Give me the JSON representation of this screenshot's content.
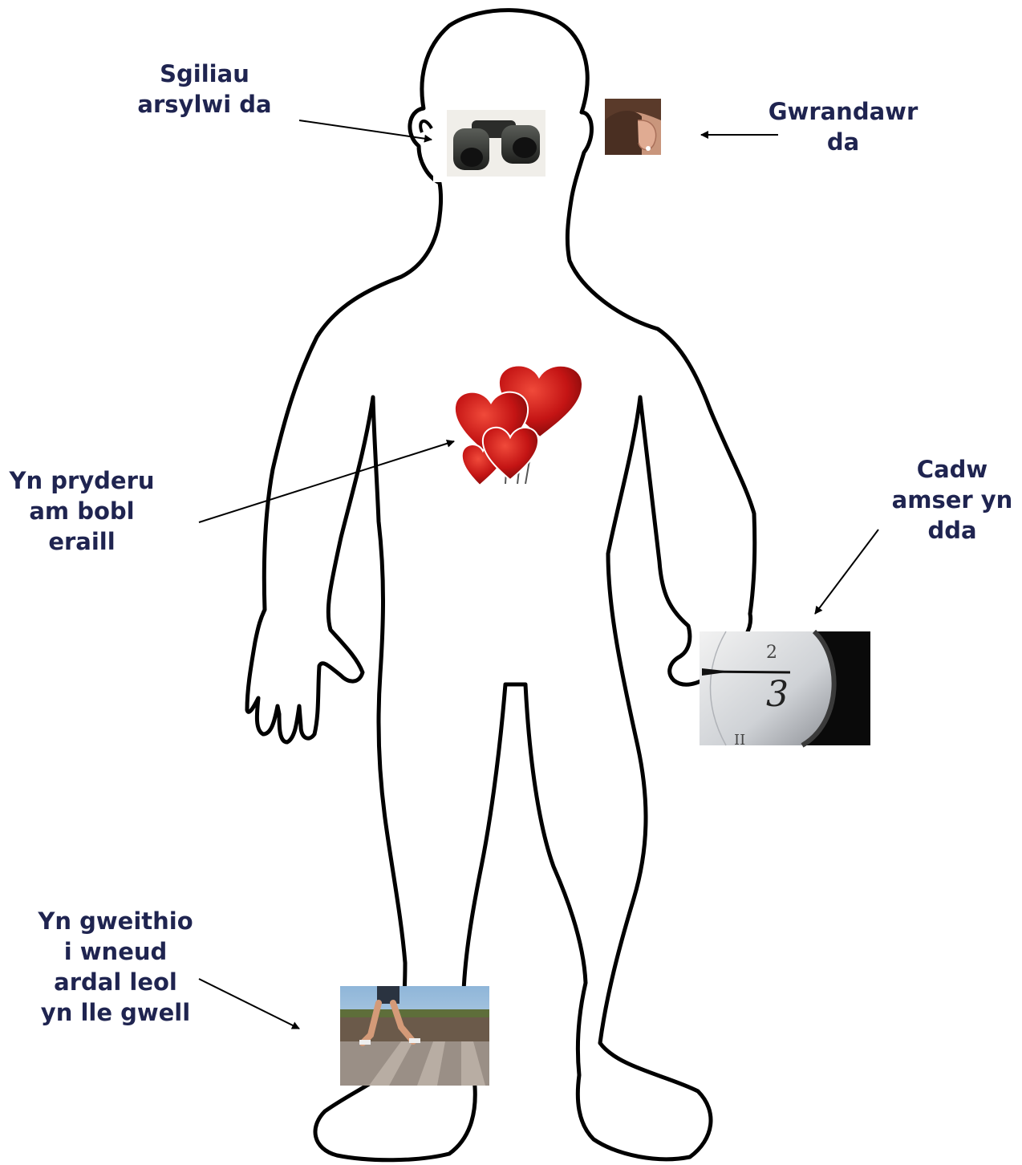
{
  "colors": {
    "label_text": "#1f2450",
    "outline": "#000000",
    "arrow": "#000000",
    "heart": "#c41414"
  },
  "labels": {
    "observation": [
      "Sgiliau",
      "arsylwi da"
    ],
    "listener": [
      "Gwrandawr",
      "da"
    ],
    "caring": [
      "Yn pryderu",
      "am bobl",
      "eraill"
    ],
    "timekeeping": [
      "Cadw",
      "amser yn",
      "dda"
    ],
    "community": [
      "Yn gweithio",
      "i wneud",
      "ardal leol",
      "yn lle gwell"
    ]
  },
  "pictures": {
    "eyes": "binoculars-photo",
    "ear": "ear-photo",
    "chest": "hearts-photo",
    "hand": "clock-photo",
    "foot": "running-legs-photo"
  }
}
